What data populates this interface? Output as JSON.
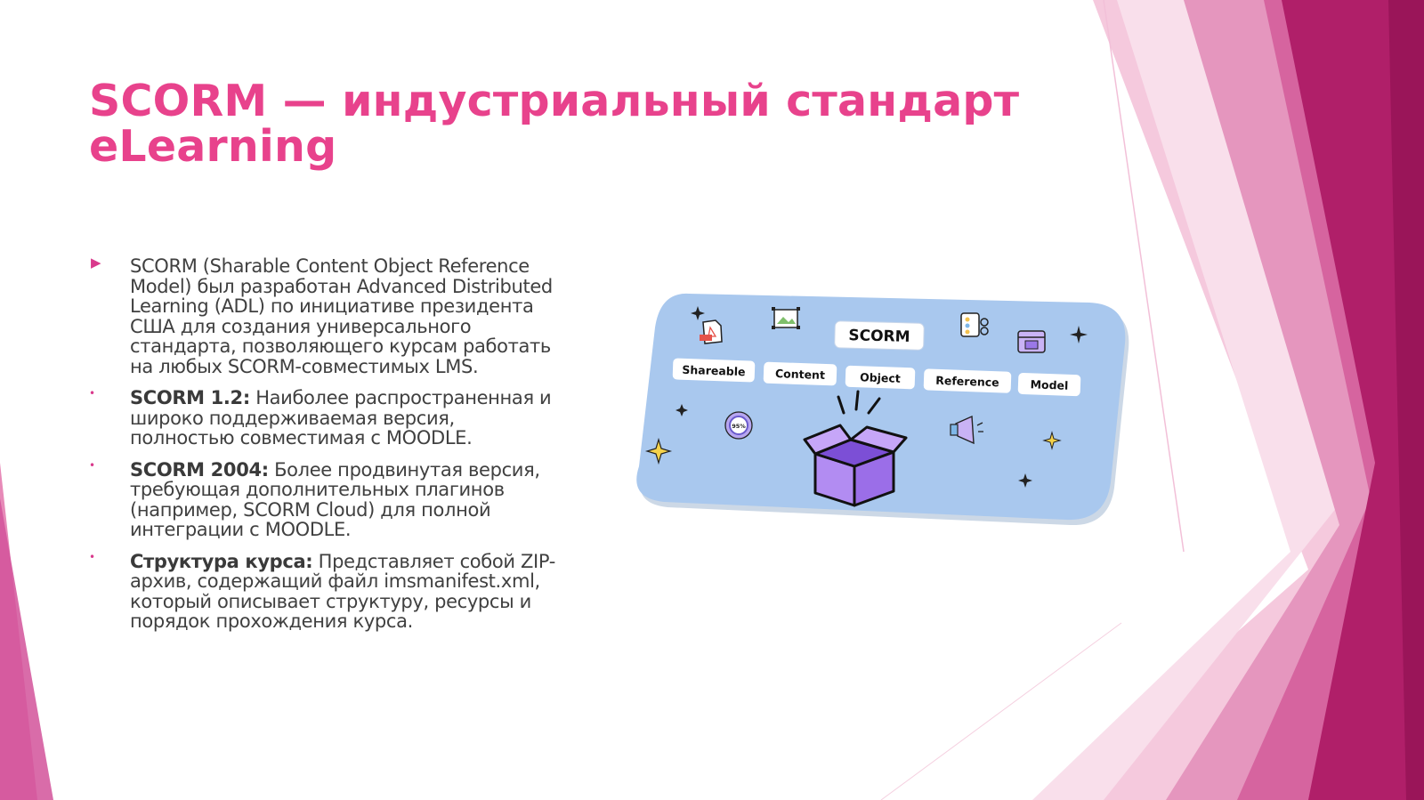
{
  "slide": {
    "title": "SCORM — индустриальный стандарт eLearning",
    "bullets": [
      {
        "marker": "triangle",
        "label": "",
        "text": "SCORM (Sharable Content Object Reference Model) был разработан Advanced Distributed Learning (ADL) по инициативе президента США для создания универсального стандарта, позволяющего курсам работать на любых SCORM-совместимых LMS."
      },
      {
        "marker": "dot",
        "label": "SCORM 1.2:",
        "text": " Наиболее распространенная и широко поддерживаемая версия, полностью совместимая с MOODLE."
      },
      {
        "marker": "dot",
        "label": "SCORM 2004:",
        "text": " Более продвинутая версия, требующая дополнительных плагинов (например, SCORM Cloud) для полной интеграции с MOODLE."
      },
      {
        "marker": "dot",
        "label": "Структура курса:",
        "text": " Представляет собой ZIP-архив, содержащий файл imsmanifest.xml, который описывает структуру, ресурсы и порядок прохождения курса."
      }
    ],
    "bullet_markers": {
      "triangle": "▶",
      "dot": "•"
    }
  },
  "illustration": {
    "badge": "SCORM",
    "chips": [
      "Shareable",
      "Content",
      "Object",
      "Reference",
      "Model"
    ],
    "progress_badge": "95%",
    "icons": [
      "pdf-icon",
      "image-icon",
      "settings-list-icon",
      "video-window-icon",
      "progress-circle-icon",
      "megaphone-icon",
      "open-box-icon",
      "sparkle-icon"
    ]
  },
  "colors": {
    "accent": "#e8428c",
    "text": "#404040",
    "card": "#a9c8ee",
    "box": "#b28cf2",
    "pink_light": "#f2b8d2",
    "pink_mid": "#e07aae",
    "pink_dark": "#b01f69"
  }
}
